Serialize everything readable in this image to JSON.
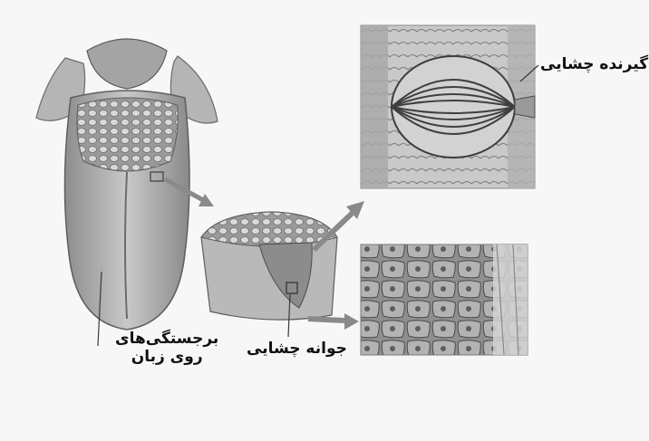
{
  "labels": {
    "taste_receptor": "گیرنده چشایی",
    "tongue_papillae_line1": "برجستگی‌های",
    "tongue_papillae_line2": "روی زبان",
    "taste_bud": "جوانه چشایی"
  },
  "colors": {
    "background": "#f7f7f7",
    "tissue_light": "#d6d6d6",
    "tissue_mid": "#a9a9a9",
    "tissue_dark": "#5c5c5c",
    "arrow": "#8a8a8a",
    "text": "#111111"
  }
}
